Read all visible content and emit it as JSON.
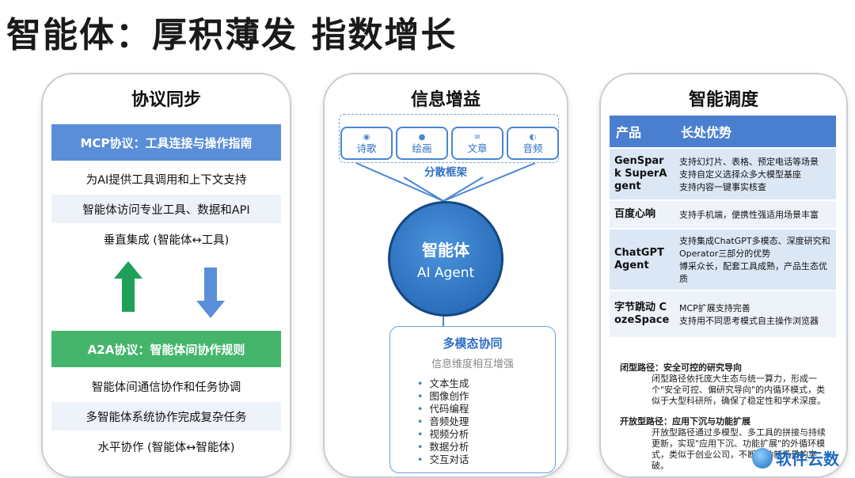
{
  "title": "智能体：厚积薄发 指数增长",
  "panel1": {
    "title": "协议同步",
    "mcp": "MCP协议：工具连接与操作指南",
    "mcp_rows": [
      "为AI提供工具调用和上下文支持",
      "智能体访问专业工具、数据和API",
      "垂直集成 (智能体↔工具)"
    ],
    "a2a": "A2A协议：智能体间协作规则",
    "a2a_rows": [
      "智能体间通信协作和任务协调",
      "多智能体系统协作完成复杂任务",
      "水平协作 (智能体↔智能体)"
    ]
  },
  "panel2": {
    "title": "信息增益",
    "chips": [
      "诗歌",
      "绘画",
      "文章",
      "音频"
    ],
    "framework": "分散框架",
    "agent_cn": "智能体",
    "agent_en": "AI Agent",
    "mm_title": "多模态协同",
    "mm_sub": "信息维度相互增强",
    "mm_list": [
      "文本生成",
      "图像创作",
      "代码编程",
      "音频处理",
      "视频分析",
      "数据分析",
      "交互对话"
    ]
  },
  "panel3": {
    "title": "智能调度",
    "headers": [
      "产品",
      "长处优势"
    ],
    "rows": [
      {
        "name": "GenSpark SuperAgent",
        "desc": "支持幻灯片、表格、预定电话等场景\n支持自定义选择众多大模型基座\n支持内容一键事实核查"
      },
      {
        "name": "百度心响",
        "desc": "支持手机端，便携性强适用场景丰富"
      },
      {
        "name": "ChatGPT Agent",
        "desc": "支持集成ChatGPT多模态、深度研究和Operator三部分的优势\n博采众长，配套工具成熟，产品生态优质"
      },
      {
        "name": "字节跳动 CozeSpace",
        "desc": "MCP扩展支持完善\n支持用不同思考模式自主操作浏览器"
      }
    ],
    "closed_title": "闭型路径：安全可控的研究导向",
    "closed_text": "闭型路径依托庞大生态与统一算力，形成一个\"安全可控、偏研究导向\"的内循环模式，类似于大型科研所，确保了稳定性和学术深度。",
    "open_title": "开放型路径：应用下沉与功能扩展",
    "open_text": "开放型路径通过多模型、多工具的拼接与持续更新，实现\"应用下沉、功能扩展\"的外循环模式，类似于创业公司，不断推动新场景的突破。"
  },
  "logo_text": "软件云数"
}
